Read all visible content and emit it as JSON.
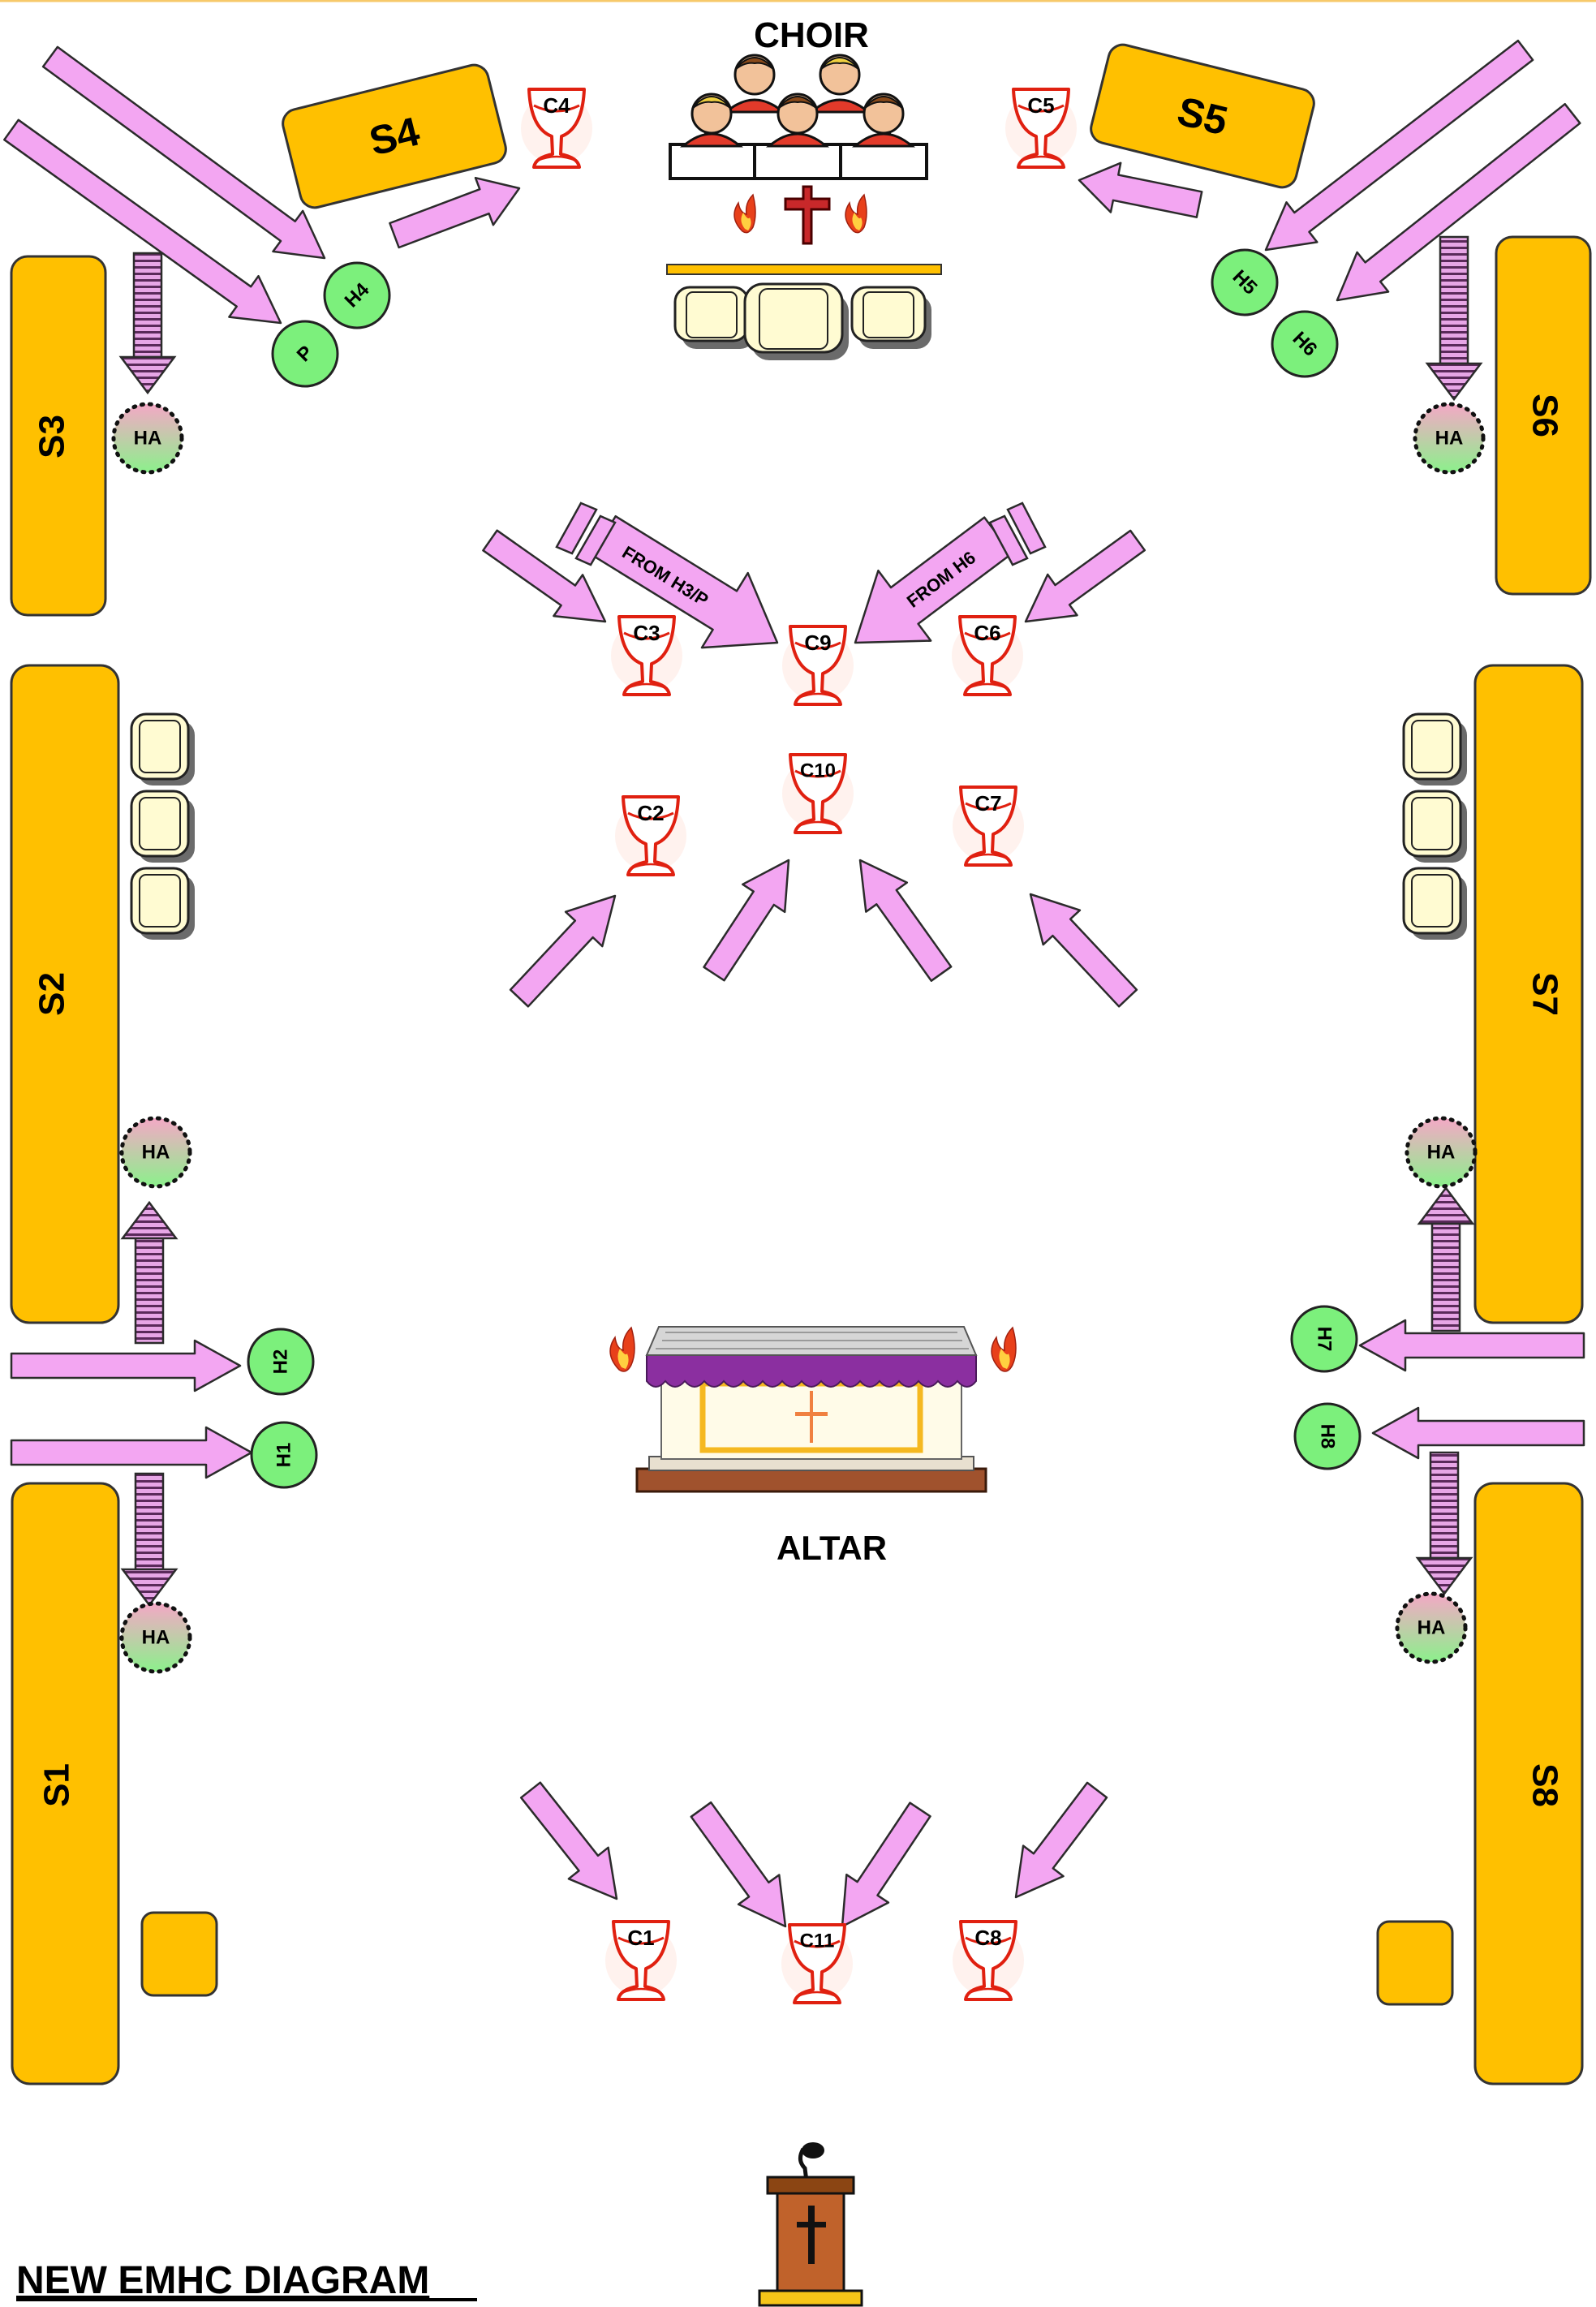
{
  "title": "NEW EMHC DIAGRAM",
  "choir_label": "CHOIR",
  "altar_label": "ALTAR",
  "colors": {
    "section": "#FFC000",
    "section_border": "#333333",
    "arrow": "#F3A6F2",
    "arrow_border": "#2b2b2b",
    "station": "#7CF07C",
    "ha_top": "#F4A8C6",
    "ha_bottom": "#8CF08C",
    "chalice": "#E02010",
    "altar_canopy": "#8B2FA0",
    "altar_base": "#A0522D",
    "top_rule": "#F7C96A"
  },
  "sections": [
    {
      "id": "S1",
      "label": "S1"
    },
    {
      "id": "S2",
      "label": "S2"
    },
    {
      "id": "S3",
      "label": "S3"
    },
    {
      "id": "S4",
      "label": "S4"
    },
    {
      "id": "S5",
      "label": "S5"
    },
    {
      "id": "S6",
      "label": "S6"
    },
    {
      "id": "S7",
      "label": "S7"
    },
    {
      "id": "S8",
      "label": "S8"
    }
  ],
  "stations": [
    {
      "id": "P",
      "label": "P"
    },
    {
      "id": "H1",
      "label": "H1"
    },
    {
      "id": "H2",
      "label": "H2"
    },
    {
      "id": "H4",
      "label": "H4"
    },
    {
      "id": "H5",
      "label": "H5"
    },
    {
      "id": "H6",
      "label": "H6"
    },
    {
      "id": "H7",
      "label": "H7"
    },
    {
      "id": "H8",
      "label": "H8"
    }
  ],
  "ha_stations": [
    {
      "id": "HA-S3",
      "label": "HA"
    },
    {
      "id": "HA-S6",
      "label": "HA"
    },
    {
      "id": "HA-S2",
      "label": "HA"
    },
    {
      "id": "HA-S7",
      "label": "HA"
    },
    {
      "id": "HA-S1",
      "label": "HA"
    },
    {
      "id": "HA-S8",
      "label": "HA"
    }
  ],
  "chalices": [
    {
      "id": "C1",
      "label": "C1"
    },
    {
      "id": "C2",
      "label": "C2"
    },
    {
      "id": "C3",
      "label": "C3"
    },
    {
      "id": "C4",
      "label": "C4"
    },
    {
      "id": "C5",
      "label": "C5"
    },
    {
      "id": "C6",
      "label": "C6"
    },
    {
      "id": "C7",
      "label": "C7"
    },
    {
      "id": "C8",
      "label": "C8"
    },
    {
      "id": "C9",
      "label": "C9"
    },
    {
      "id": "C10",
      "label": "C10"
    },
    {
      "id": "C11",
      "label": "C11"
    }
  ],
  "flow_labels": {
    "from_h3p": "FROM H3/P",
    "from_h6": "FROM H6"
  },
  "icons": {
    "choir": "choir-singers-icon",
    "cross": "processional-cross-icon",
    "flame": "candle-flame-icon",
    "chair": "chair-icon",
    "altar": "altar-icon",
    "pulpit": "pulpit-icon",
    "chalice": "chalice-icon"
  }
}
